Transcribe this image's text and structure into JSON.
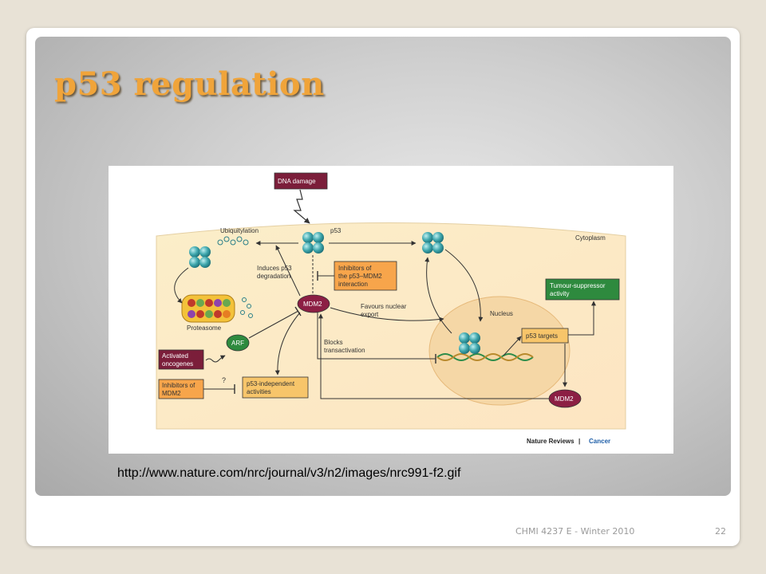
{
  "slide": {
    "title": "p53 regulation",
    "source_url": "http://www.nature.com/nrc/journal/v3/n2/images/nrc991-f2.gif",
    "footer_course": "CHMI 4237 E - Winter 2010",
    "page_number": "22"
  },
  "diagram": {
    "dna_damage": "DNA damage",
    "p53": "p53",
    "ubiquitylation": "Ubiquitylation",
    "cytoplasm": "Cytoplasm",
    "induces_degradation_1": "Induces p53",
    "induces_degradation_2": "degradation",
    "inhibitors_interaction_1": "Inhibitors of",
    "inhibitors_interaction_2": "the p53–MDM2",
    "inhibitors_interaction_3": "interaction",
    "tumour_suppressor_1": "Tumour-suppressor",
    "tumour_suppressor_2": "activity",
    "mdm2": "MDM2",
    "favours_export_1": "Favours nuclear",
    "favours_export_2": "export",
    "nucleus": "Nucleus",
    "proteasome": "Proteasome",
    "arf": "ARF",
    "blocks_transactivation_1": "Blocks",
    "blocks_transactivation_2": "transactivation",
    "p53_targets": "p53 targets",
    "activated_oncogenes_1": "Activated",
    "activated_oncogenes_2": "oncogenes",
    "inhibitors_mdm2_1": "Inhibitors of",
    "inhibitors_mdm2_2": "MDM2",
    "question_mark": "?",
    "p53_independent_1": "p53-independent",
    "p53_independent_2": "activities",
    "credit_journal": "Nature Reviews",
    "credit_separator": " | ",
    "credit_section": "Cancer"
  }
}
